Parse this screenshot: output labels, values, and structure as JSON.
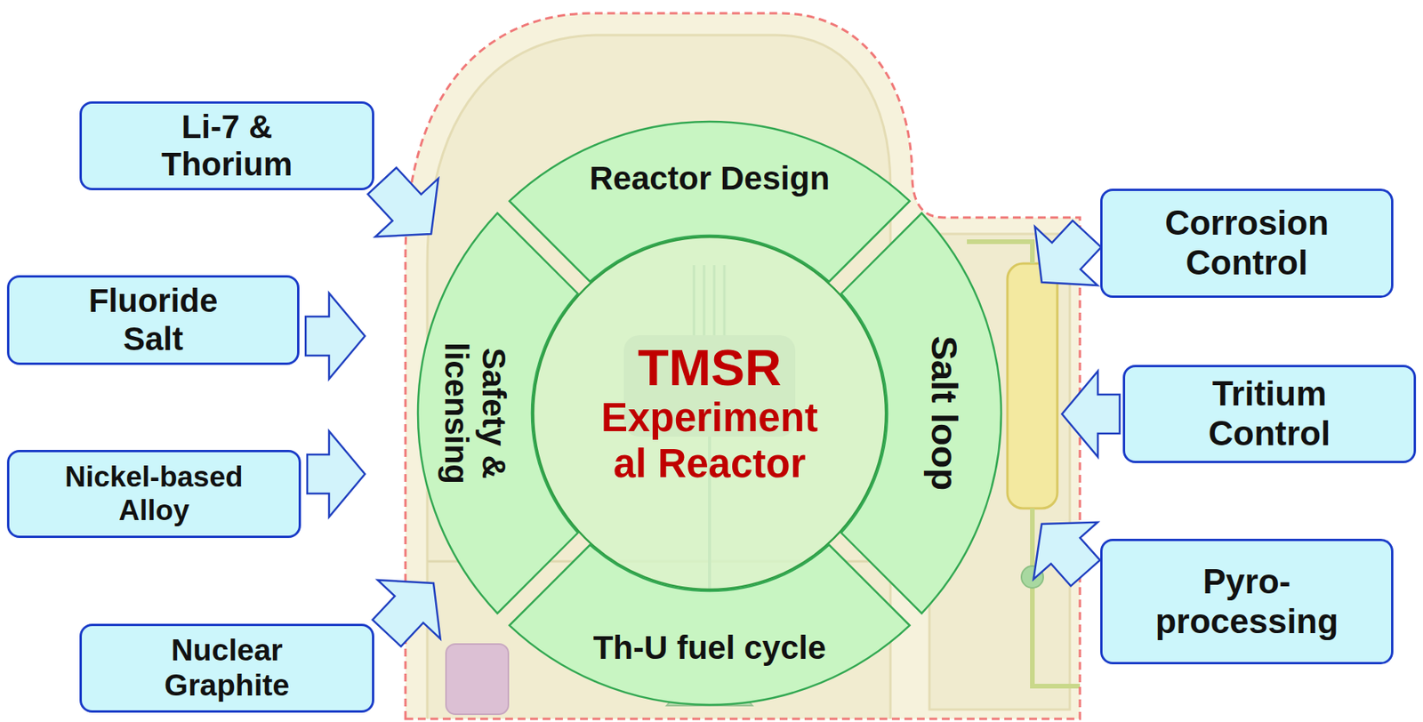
{
  "diagram": {
    "nodes": [
      {
        "text": [
          "Li-7 & Thorium"
        ]
      },
      {
        "text": [
          "Fluoride Salt"
        ]
      },
      {
        "text": [
          "Nickel-based Alloy"
        ]
      },
      {
        "text": [
          "Nuclear Graphite"
        ]
      },
      {
        "text": [
          "Reactor Design"
        ]
      },
      {
        "text": [
          "Safety & licensing"
        ]
      },
      {
        "text": [
          "TMSR",
          "Experiment al Reactor"
        ]
      },
      {
        "text": [
          "Salt loop"
        ]
      },
      {
        "text": [
          "Th-U fuel cycle"
        ]
      },
      {
        "text": [
          "Corrosion Control"
        ]
      },
      {
        "text": [
          "Tritium Control"
        ]
      },
      {
        "text": [
          "Pyro- processing"
        ]
      }
    ]
  }
}
